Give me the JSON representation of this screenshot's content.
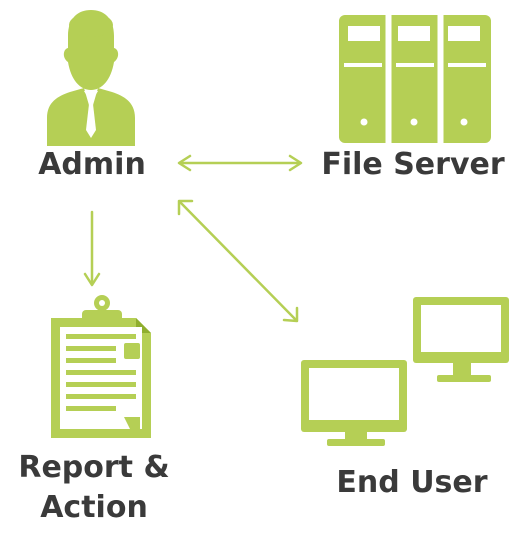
{
  "nodes": {
    "admin": {
      "label": "Admin",
      "icon": "admin-person-icon"
    },
    "file_server": {
      "label": "File Server",
      "icon": "server-rack-icon"
    },
    "report": {
      "label_line1": "Report &",
      "label_line2": "Action",
      "icon": "clipboard-report-icon"
    },
    "end_user": {
      "label": "End User",
      "icon": "monitors-icon"
    }
  },
  "colors": {
    "accent": "#b5cf55",
    "text": "#3a3a3a",
    "background": "#ffffff"
  }
}
